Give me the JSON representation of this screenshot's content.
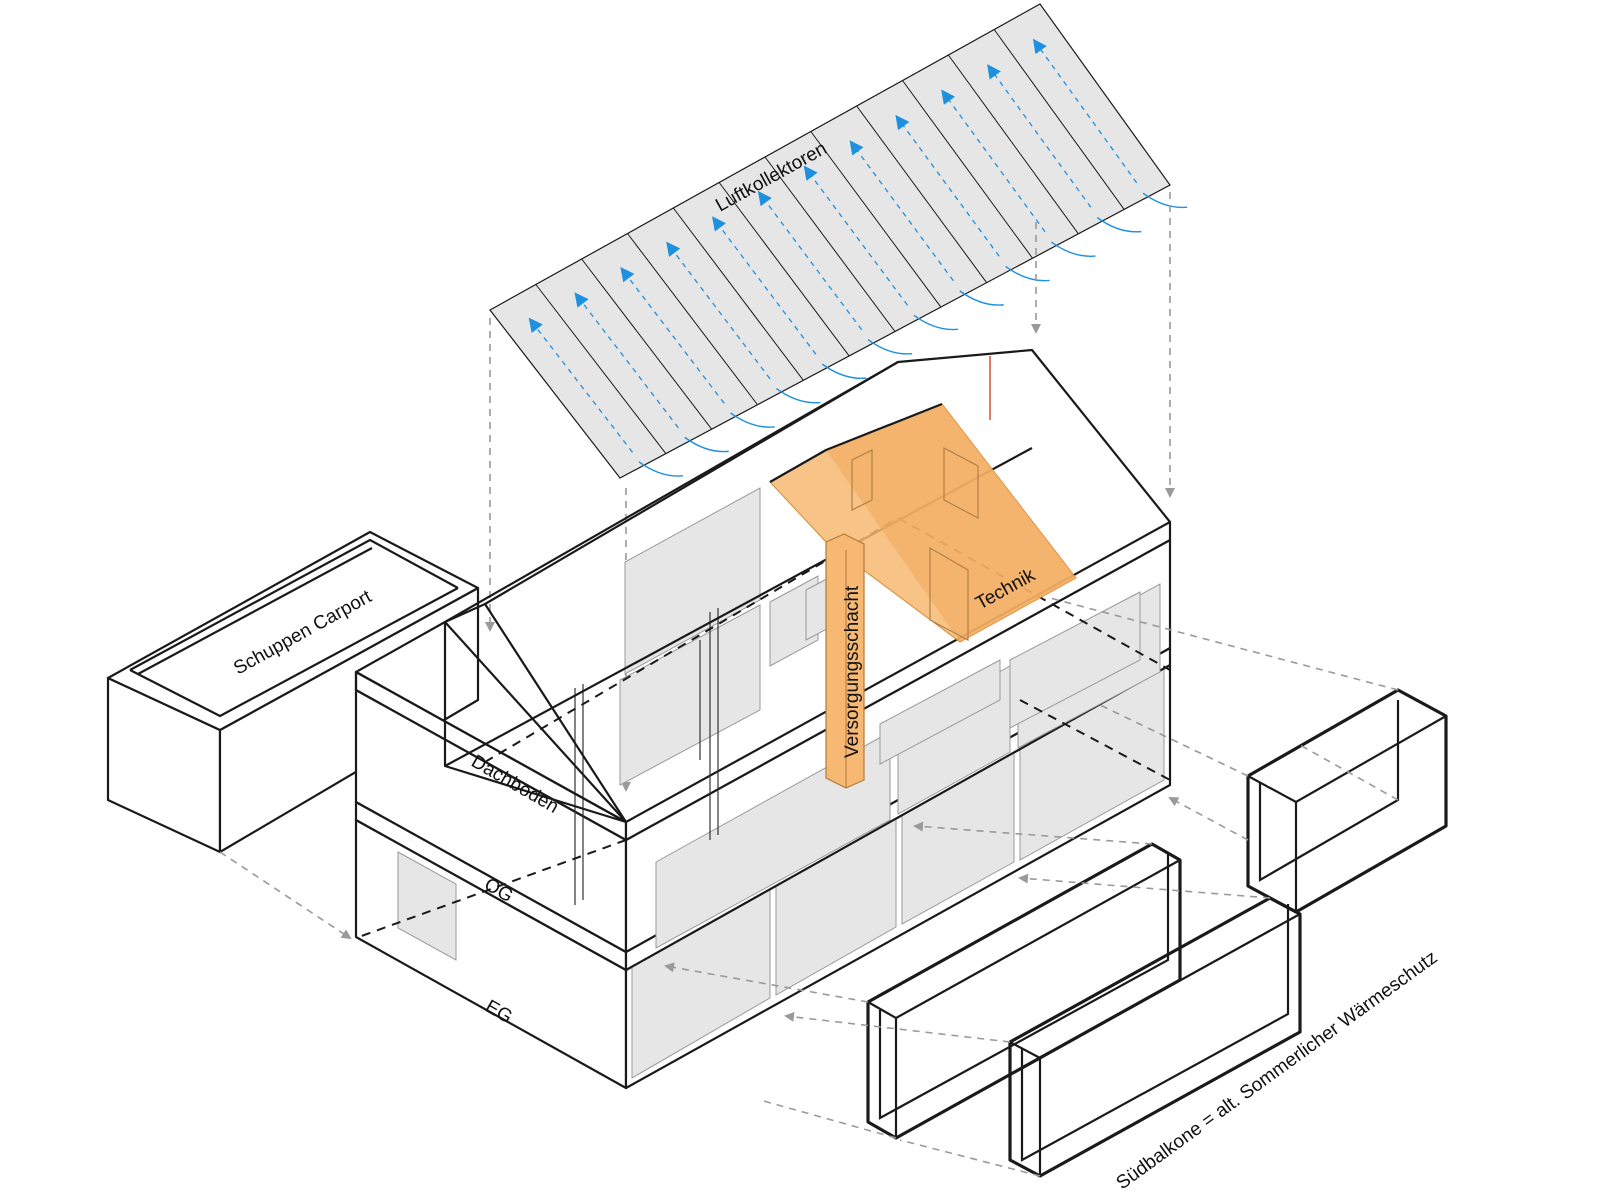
{
  "labels": {
    "air_collectors": "Luftkollektoren",
    "shed_carport": "Schuppen Carport",
    "supply_shaft": "Versorgungsschacht",
    "technik": "Technik",
    "attic": "Dachboden",
    "upper_floor": "OG",
    "ground_floor": "EG",
    "south_balconies": "Südbalkone = alt. Sommerlicher Wärmeschutz"
  },
  "colors": {
    "line": "#1a1a1a",
    "arrow_grey": "#9a9a9a",
    "airflow_blue": "#1e90e0",
    "technik_orange": "#f6b872",
    "panel_fill": "#e6e6e6",
    "accent_red": "#e05a3a"
  },
  "icons": [
    "airflow-arrow-icon",
    "arrow-down-icon",
    "arrow-left-icon"
  ]
}
